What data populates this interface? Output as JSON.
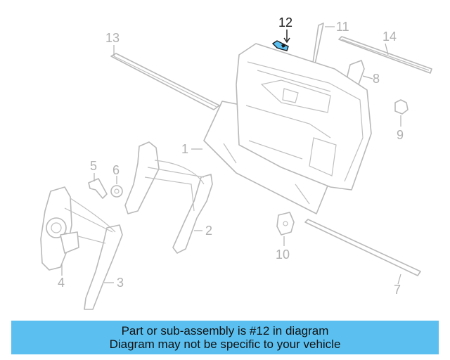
{
  "diagram": {
    "highlighted_part": "12",
    "highlight_color": "#5bc0f0",
    "callouts": [
      "1",
      "2",
      "3",
      "4",
      "5",
      "6",
      "7",
      "8",
      "9",
      "10",
      "11",
      "12",
      "13",
      "14"
    ]
  },
  "banner": {
    "line1": "Part or sub-assembly is #12 in diagram",
    "line2": "Diagram may not be specific to your vehicle",
    "background": "#5bc0f0"
  }
}
